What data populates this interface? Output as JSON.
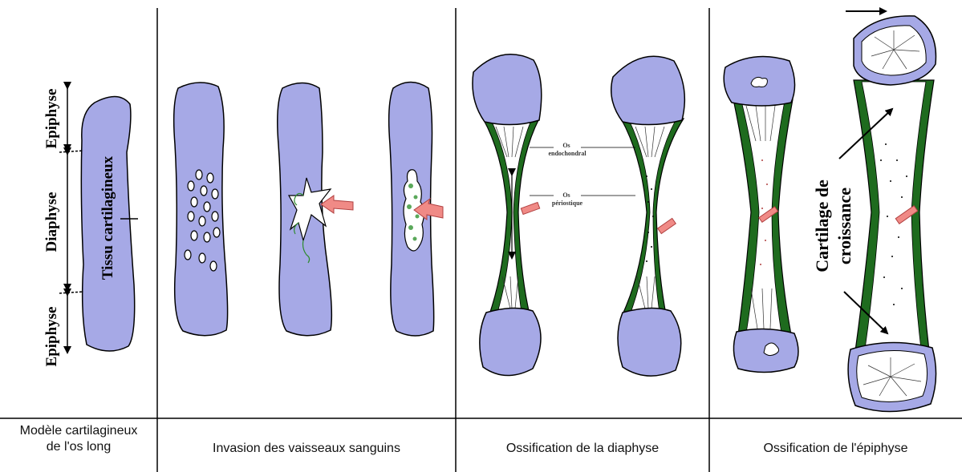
{
  "colors": {
    "cartilage": "#a6a9e6",
    "periosteum": "#1e6b1e",
    "vessel": "#f08a86",
    "line": "#000000"
  },
  "panel1": {
    "epiphyse_top": "Epiphyse",
    "diaphyse": "Diaphyse",
    "epiphyse_bottom": "Epiphyse",
    "tissue": "Tissu cartilagineux"
  },
  "panel3": {
    "os_endochondral": "Os\nendochondral",
    "os_periostique": "Os\npériostique"
  },
  "panel4": {
    "cartilage_label_line1": "Cartilage de",
    "cartilage_label_line2": "croissance"
  },
  "captions": {
    "c1": "Modèle cartilagineux de l'os long",
    "c2": "Invasion des vaisseaux sanguins",
    "c3": "Ossification de la diaphyse",
    "c4": "Ossification de l'épiphyse"
  }
}
